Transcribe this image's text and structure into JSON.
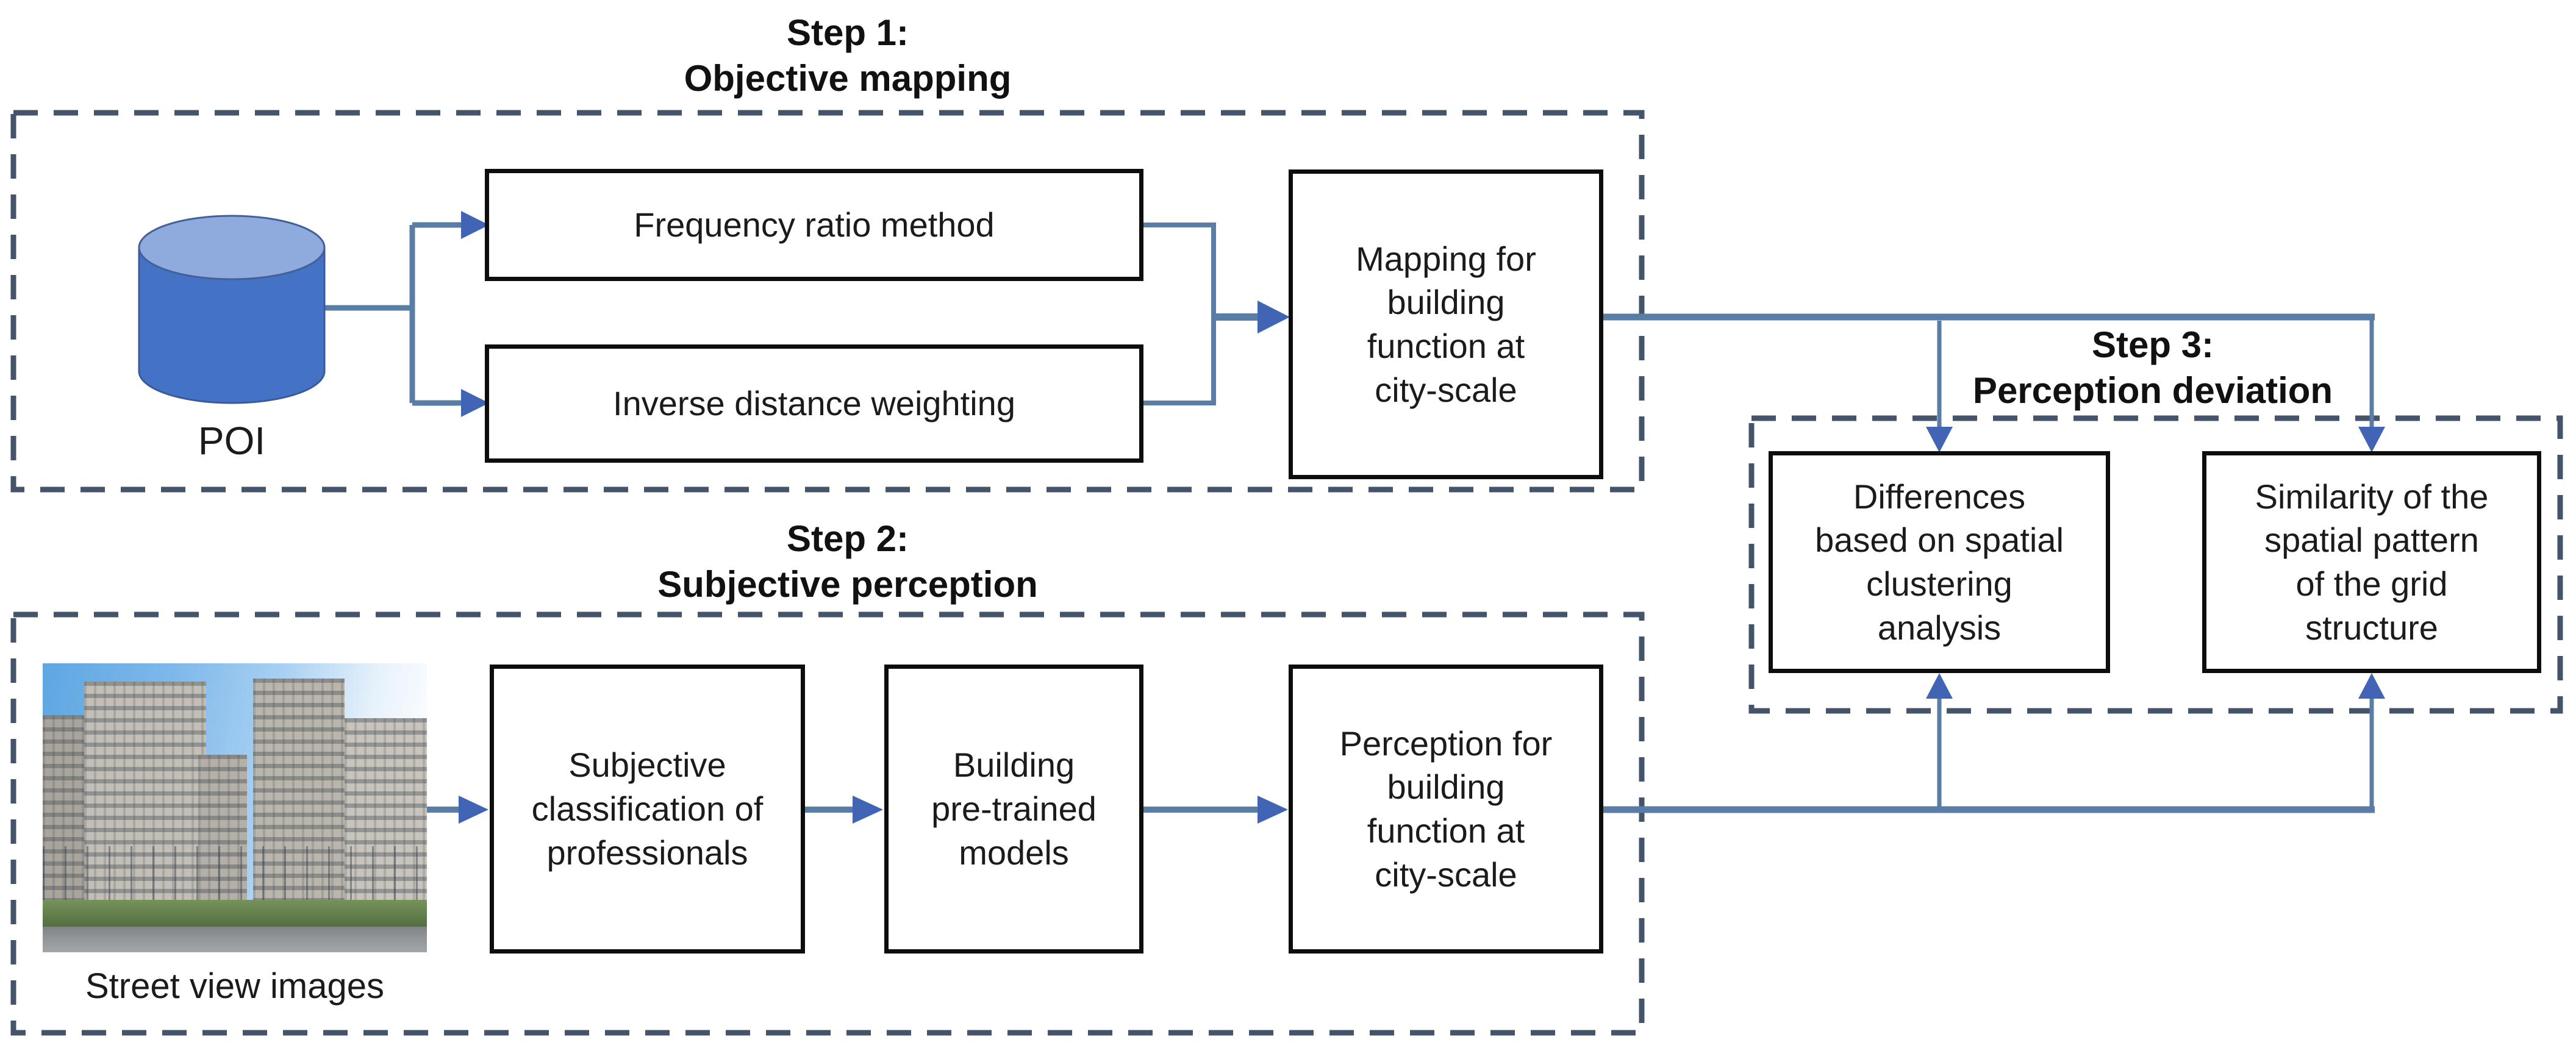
{
  "colors": {
    "background": "#ffffff",
    "text": "#1b1b1b",
    "box_border": "#0d0d0d",
    "dash": "#44546a",
    "line": "#5a7da6",
    "arrow": "#4164b4",
    "cylinder_body": "#4472c4",
    "cylinder_top": "#8faadc"
  },
  "steps": {
    "step1": {
      "title": "Step 1:\nObjective mapping"
    },
    "step2": {
      "title": "Step 2:\nSubjective perception"
    },
    "step3": {
      "title": "Step 3:\nPerception deviation"
    }
  },
  "nodes": {
    "poi": {
      "label": "POI"
    },
    "frequency": {
      "label": "Frequency ratio method"
    },
    "inverse": {
      "label": "Inverse distance weighting"
    },
    "mapping": {
      "label": "Mapping for\nbuilding\nfunction at\ncity-scale"
    },
    "street_view": {
      "label": "Street view images"
    },
    "subjective": {
      "label": "Subjective\nclassification of\nprofessionals"
    },
    "pretrained": {
      "label": "Building\npre-trained\nmodels"
    },
    "perception": {
      "label": "Perception for\nbuilding\nfunction at\ncity-scale"
    },
    "differences": {
      "label": "Differences\nbased on spatial\nclustering\nanalysis"
    },
    "similarity": {
      "label": "Similarity of the\nspatial pattern\nof the grid\nstructure"
    }
  }
}
